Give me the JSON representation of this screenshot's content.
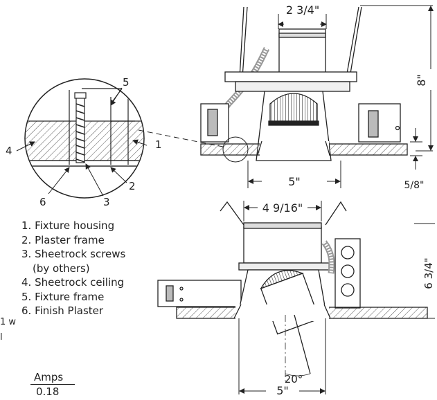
{
  "detail_callouts": [
    "1",
    "2",
    "3",
    "4",
    "5",
    "6"
  ],
  "legend": [
    "1. Fixture housing",
    "2. Plaster frame",
    "3. Sheetrock screws",
    "(by others)",
    "4. Sheetrock ceiling",
    "5. Fixture frame",
    "6. Finish Plaster"
  ],
  "dimensions": {
    "top_width": "2 3/4\"",
    "height": "8\"",
    "trim_thickness": "5/8\"",
    "top_aperture": "5\"",
    "bottom_width": "4 9/16\"",
    "bottom_height_partial": "6 3/4\"",
    "tilt_angle": "20°",
    "bottom_aperture": "5\""
  },
  "side_note": "1 w",
  "side_note_2": "l",
  "amps": {
    "header": "Amps",
    "value": "0.18"
  },
  "colors": {
    "line": "#222222",
    "hatch": "#555555",
    "background": "#ffffff"
  }
}
